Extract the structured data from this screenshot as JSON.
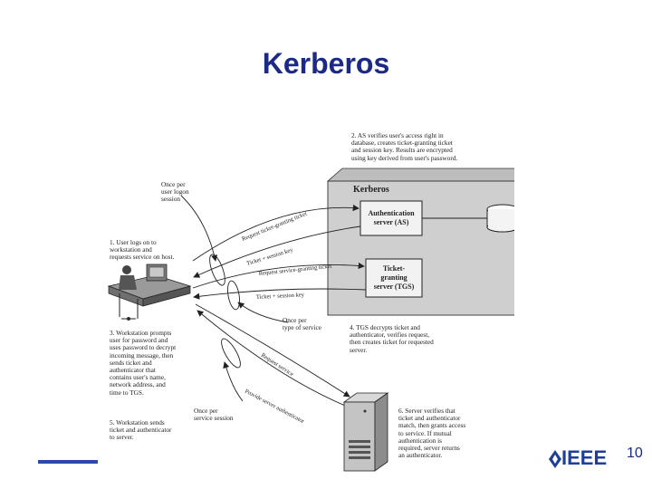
{
  "slide": {
    "title": "Kerberos",
    "page_number": "10",
    "logo_text": "IEEE"
  },
  "diagram": {
    "box_title": "Kerberos",
    "as_label_line1": "Authentication",
    "as_label_line2": "server (AS)",
    "tgs_label_line1": "Ticket-",
    "tgs_label_line2": "granting",
    "tgs_label_line3": "server (TGS)",
    "once_per_logon": [
      "Once per",
      "user logon",
      "session"
    ],
    "once_per_service_type": [
      "Once per",
      "type of service"
    ],
    "once_per_service_session": [
      "Once per",
      "service session"
    ],
    "step1": [
      "1. User logs on to",
      "workstation and",
      "requests service on host."
    ],
    "step2": [
      "2. AS verifies user's access right in",
      "database, creates ticket-granting ticket",
      "and session key. Results are encrypted",
      "using key derived from user's password."
    ],
    "step3": [
      "3. Workstation prompts",
      "user for password and",
      "uses password to decrypt",
      "incoming message, then",
      "sends ticket and",
      "authenticator that",
      "contains user's name,",
      "network address, and",
      "time to TGS."
    ],
    "step4": [
      "4. TGS decrypts ticket and",
      "authenticator, verifies request,",
      "then creates ticket for requested",
      "server."
    ],
    "step5": [
      "5. Workstation sends",
      "ticket and authenticator",
      "to server."
    ],
    "step6": [
      "6. Server verifies that",
      "ticket and authenticator",
      "match, then grants access",
      "to service. If mutual",
      "authentication is",
      "required, server returns",
      "an authenticator."
    ],
    "arrow_request_tgt": "Request ticket-granting ticket",
    "arrow_ticket_key_1": "Ticket + session key",
    "arrow_request_sgt": "Request service-granting ticket",
    "arrow_ticket_key_2": "Ticket + session key",
    "arrow_request_service": "Request service",
    "arrow_provide_auth": "Provide server authenticator"
  }
}
